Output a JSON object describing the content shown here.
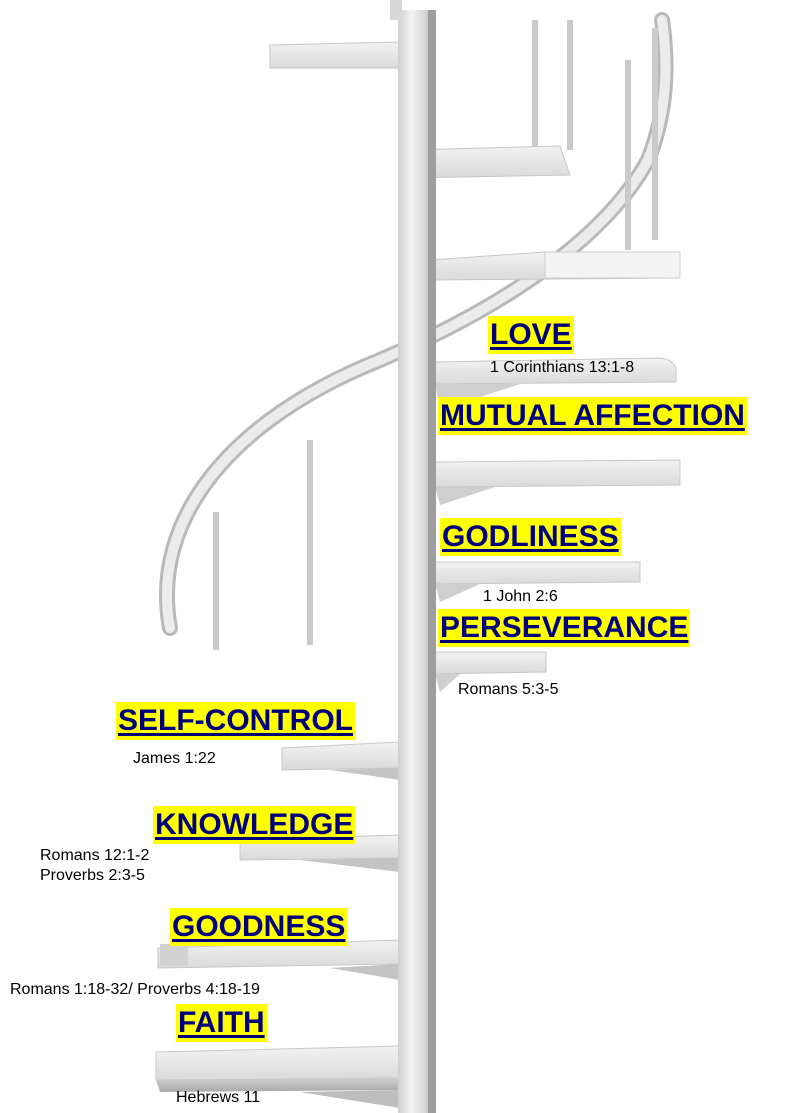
{
  "virtues": [
    {
      "id": "love",
      "label": "LOVE"
    },
    {
      "id": "mutual-affection",
      "label": "MUTUAL AFFECTION"
    },
    {
      "id": "godliness",
      "label": "GODLINESS"
    },
    {
      "id": "perseverance",
      "label": "PERSEVERANCE"
    },
    {
      "id": "self-control",
      "label": "SELF-CONTROL"
    },
    {
      "id": "knowledge",
      "label": "KNOWLEDGE"
    },
    {
      "id": "goodness",
      "label": "GOODNESS"
    },
    {
      "id": "faith",
      "label": "FAITH"
    }
  ],
  "references": {
    "love": "1 Corinthians 13:1-8",
    "godliness": "1 John 2:6",
    "perseverance": "Romans 5:3-5",
    "self_control": "James 1:22",
    "knowledge_1": "Romans 12:1-2",
    "knowledge_2": "Proverbs 2:3-5",
    "goodness": "Romans 1:18-32/ Proverbs 4:18-19",
    "faith": "Hebrews 11"
  },
  "colors": {
    "highlight": "#ffff00",
    "label_text": "#00007a",
    "stair": "#e6e6e6",
    "stair_shadow": "#b4b4b4"
  }
}
